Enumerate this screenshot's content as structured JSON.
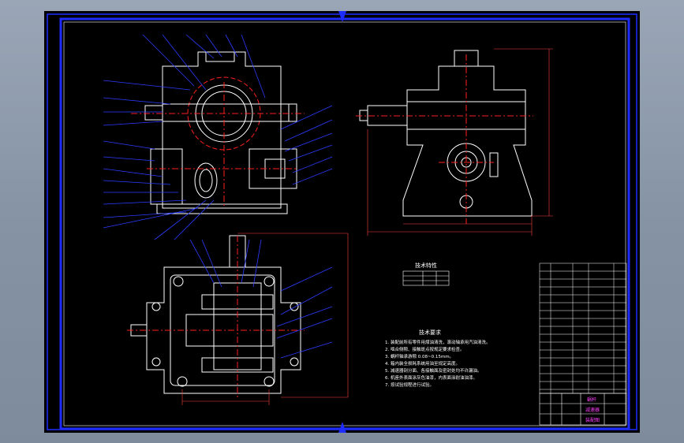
{
  "colors": {
    "background": "#8593a5",
    "paper": "#000000",
    "frame": "#1e2cff",
    "geometry": "#ffffff",
    "center_lines": "#ff2020",
    "leaders": "#2a3cff",
    "dimensions": "#ff4040",
    "text": "#ffffff",
    "title_block_text": "#ff40ff",
    "table_lines": "#ffffff"
  },
  "technical_requirements_title": "技术要求",
  "technical_requirements": [
    "1. 装配前所有零件用煤油清洗，滚动轴承用汽油清洗。",
    "2. 啮合侧隙、接触斑点按规定要求检查。",
    "3. 蜗杆轴承游隙 0.08~0.15mm。",
    "4. 箱内装全损耗系统用油至规定高度。",
    "5. 减速器剖分面、各接触面及密封处均不许漏油。",
    "6. 机座外表面涂灰色油漆，内表面涂耐油油漆。",
    "7. 按试验规程进行试验。"
  ],
  "spec_table_title": "技术特性",
  "title_block": {
    "row1": "蜗杆",
    "row2": "减速器",
    "row3": "装配图"
  },
  "icons": {
    "top_center_marker": "triangle-marker-icon",
    "bottom_center_marker": "triangle-marker-icon"
  }
}
